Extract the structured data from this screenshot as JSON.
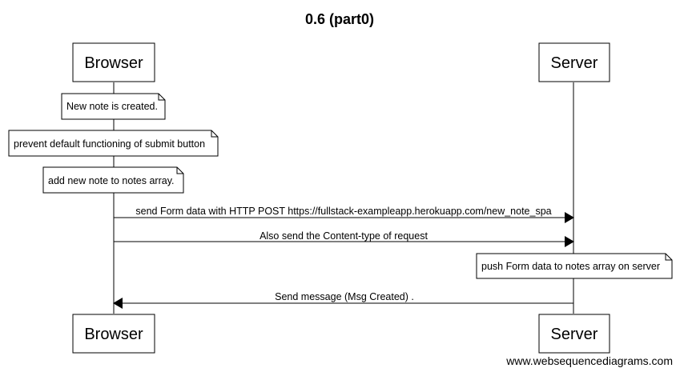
{
  "title": "0.6 (part0)",
  "participants": {
    "browser": "Browser",
    "server": "Server"
  },
  "notes": [
    "New note is created.",
    "prevent default functioning of submit button",
    "add new note to notes array.",
    "push Form data to notes array on server"
  ],
  "messages": [
    {
      "text": "send Form data with HTTP POST https://fullstack-exampleapp.herokuapp.com/new_note_spa",
      "from": "browser",
      "to": "server"
    },
    {
      "text": "Also send the Content-type of request",
      "from": "browser",
      "to": "server"
    },
    {
      "text": "Send message (Msg Created) .",
      "from": "server",
      "to": "browser"
    }
  ],
  "watermark": "www.websequencediagrams.com",
  "colors": {
    "line": "#000000",
    "box_fill": "#ffffff",
    "text": "#000000"
  }
}
